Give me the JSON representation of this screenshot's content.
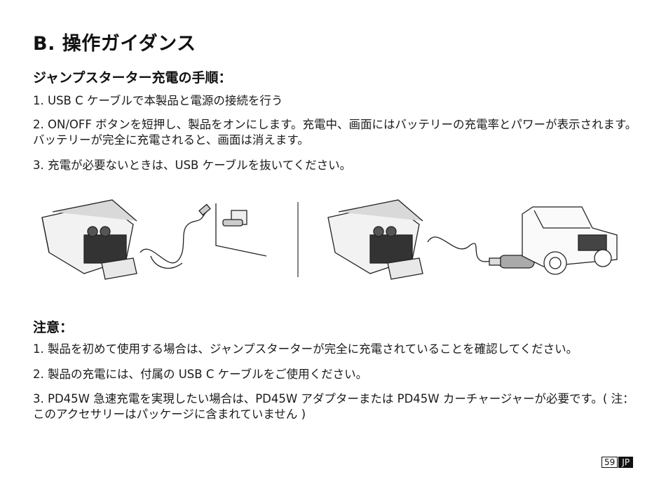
{
  "title": "B. 操作ガイダンス",
  "section1": {
    "heading": "ジャンプスターター充電の手順：",
    "steps": [
      "1. USB C ケーブルで本製品と電源の接続を行う",
      "2. ON/OFF ボタンを短押し、製品をオンにします。充電中、画面にはバッテリーの充電率とパワーが表示されます。バッテリーが完全に充電されると、画面は消えます。",
      "3. 充電が必要ないときは、USB ケーブルを抜いてください。"
    ]
  },
  "section2": {
    "heading": "注意：",
    "notes": [
      "1. 製品を初めて使用する場合は、ジャンプスターターが完全に充電されていることを確認してください。",
      "2. 製品の充電には、付属の USB C ケーブルをご使用ください。",
      "3. PD45W 急速充電を実現したい場合は、PD45W アダプターまたは PD45W カーチャージャーが必要です。( 注：このアクセサリーはパッケージに含まれていません )"
    ]
  },
  "illustrations": [
    {
      "icon": "jump-starter-charging-from-wall-outlet"
    },
    {
      "icon": "jump-starter-charging-from-car-charger"
    }
  ],
  "footer": {
    "page_number": "59",
    "language": "JP"
  }
}
